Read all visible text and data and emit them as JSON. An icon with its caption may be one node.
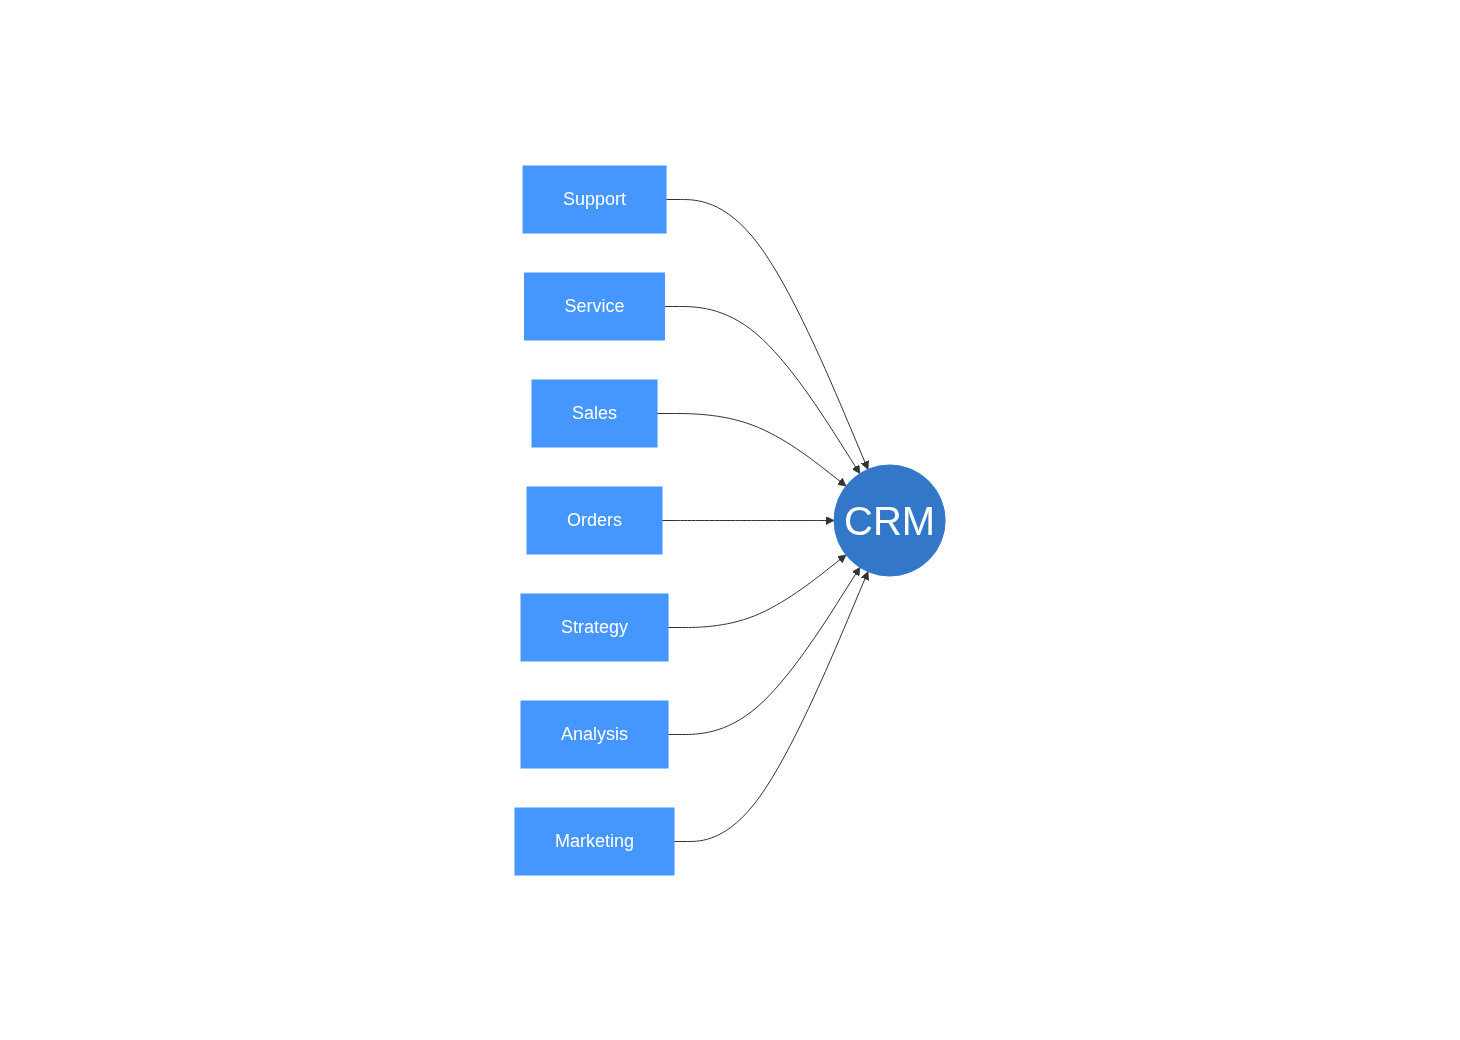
{
  "diagram": {
    "nodes": [
      {
        "text": [
          "Support"
        ]
      },
      {
        "text": [
          "Service"
        ]
      },
      {
        "text": [
          "Sales"
        ]
      },
      {
        "text": [
          "CRM"
        ]
      },
      {
        "text": [
          "Orders"
        ]
      },
      {
        "text": [
          "Strategy"
        ]
      },
      {
        "text": [
          "Analysis"
        ]
      },
      {
        "text": [
          "Marketing"
        ]
      }
    ],
    "edges": [
      {
        "from": 0,
        "to": 3,
        "arrow": "to"
      },
      {
        "from": 1,
        "to": 3,
        "arrow": "to"
      },
      {
        "from": 2,
        "to": 3,
        "arrow": "to"
      },
      {
        "from": 4,
        "to": 3,
        "arrow": "to"
      },
      {
        "from": 5,
        "to": 3,
        "arrow": "to"
      },
      {
        "from": 6,
        "to": 3,
        "arrow": "to"
      },
      {
        "from": 7,
        "to": 3,
        "arrow": "to"
      }
    ]
  }
}
